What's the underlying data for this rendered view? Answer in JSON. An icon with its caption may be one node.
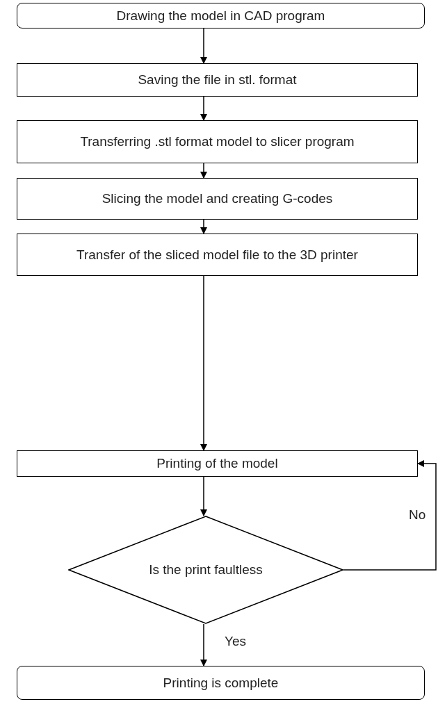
{
  "diagram": {
    "nodes": [
      {
        "text": [
          "Drawing the model in CAD program"
        ]
      },
      {
        "text": [
          "Saving the file in stl. format"
        ]
      },
      {
        "text": [
          "Transferring .stl format model to slicer program"
        ]
      },
      {
        "text": [
          "Slicing the model and creating G-codes"
        ]
      },
      {
        "text": [
          "Transfer of the sliced model file to the 3D printer"
        ]
      },
      {
        "text": [
          "Printing of the model"
        ]
      },
      {
        "text": [
          "Is the print faultless"
        ]
      },
      {
        "text": [
          "Printing is complete"
        ]
      }
    ],
    "edges": [
      {
        "from": 0,
        "to": 1,
        "arrow": "to"
      },
      {
        "from": 1,
        "to": 2,
        "arrow": "to"
      },
      {
        "from": 2,
        "to": 3,
        "arrow": "to"
      },
      {
        "from": 3,
        "to": 4,
        "arrow": "to"
      },
      {
        "from": 4,
        "to": 5,
        "arrow": "to"
      },
      {
        "from": 5,
        "to": 6,
        "arrow": "to"
      },
      {
        "from": 6,
        "to": 5,
        "arrow": "to",
        "label": "No"
      },
      {
        "from": 6,
        "to": 7,
        "arrow": "to",
        "label": "Yes"
      }
    ]
  }
}
